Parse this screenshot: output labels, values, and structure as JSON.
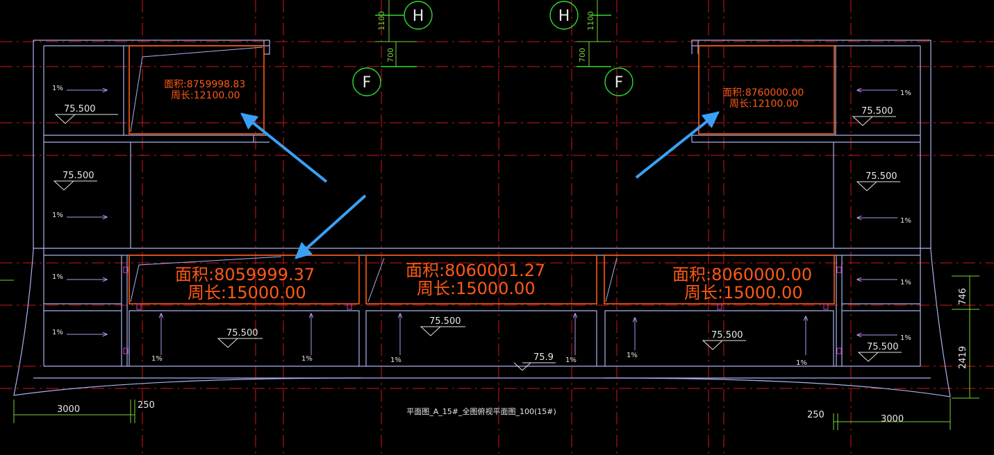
{
  "colors": {
    "background": "#000000",
    "grid_red": "#d01818",
    "wall": "#a9b3f0",
    "room": "#ff5a14",
    "dim_green": "#7ad23a",
    "axis_green": "#2fdc2f",
    "text_white": "#e8e8e8",
    "arrow_blue": "#3aa0f5",
    "slope_arrow": "#b596ee"
  },
  "axes": {
    "h_left": "H",
    "f_left": "F",
    "h_right": "H",
    "f_right": "F",
    "dim_1100_left": "1100",
    "dim_700_left": "700",
    "dim_1100_right": "1100",
    "dim_700_right": "700"
  },
  "rooms": {
    "top_left": {
      "area": "面积:8759998.83",
      "perimeter": "周长:12100.00"
    },
    "top_right": {
      "area": "面积:8760000.00",
      "perimeter": "周长:12100.00"
    },
    "mid_left": {
      "area": "面积:8059999.37",
      "perimeter": "周长:15000.00"
    },
    "mid_center": {
      "area": "面积:8060001.27",
      "perimeter": "周长:15000.00"
    },
    "mid_right": {
      "area": "面积:8060000.00",
      "perimeter": "周长:15000.00"
    }
  },
  "elevations": {
    "e1": "75.500",
    "e2": "75.500",
    "e3": "75.500",
    "e4": "75.500",
    "e5": "75.500",
    "e6": "75.500",
    "e7": "75.500",
    "e8": "75.500",
    "e_center": "75.9"
  },
  "slopes": {
    "s1": "1%",
    "s2": "1%",
    "s3": "1%",
    "s4": "1%",
    "s5": "1%",
    "s6": "1%",
    "s7": "1%",
    "s8": "1%",
    "s9": "1%",
    "s10": "1%",
    "s11": "1%",
    "s12": "1%",
    "s13": "1%",
    "s14": "1%"
  },
  "dimensions": {
    "left_3000": "3000",
    "left_250": "250",
    "right_3000": "3000",
    "right_250": "250",
    "v_746": "746",
    "v_2419": "2419"
  },
  "drawing_title": "平面图_A_15#_全图俯视平面图_100(15#)"
}
